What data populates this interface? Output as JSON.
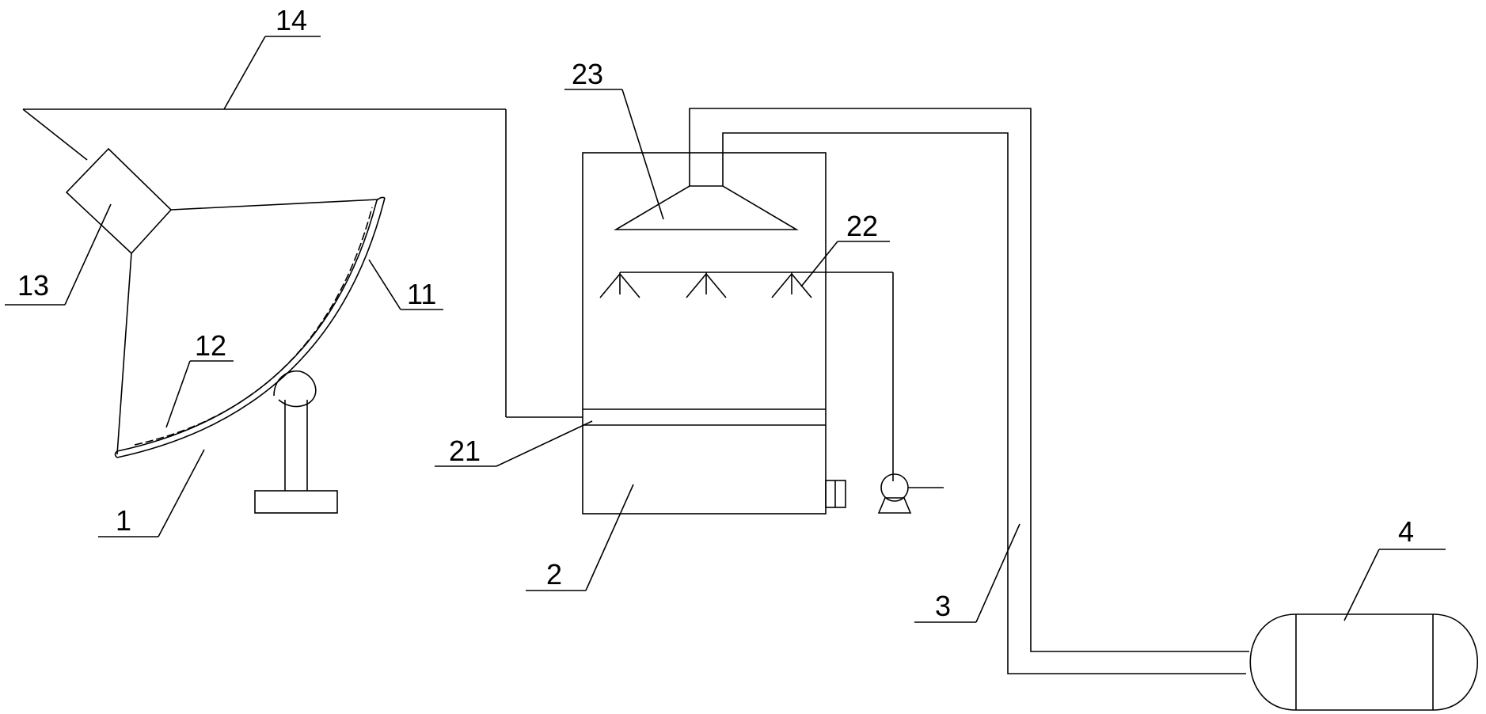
{
  "labels": {
    "l1": "1",
    "l11": "11",
    "l12": "12",
    "l13": "13",
    "l14": "14",
    "l2": "2",
    "l21": "21",
    "l22": "22",
    "l23": "23",
    "l3": "3",
    "l4": "4"
  }
}
